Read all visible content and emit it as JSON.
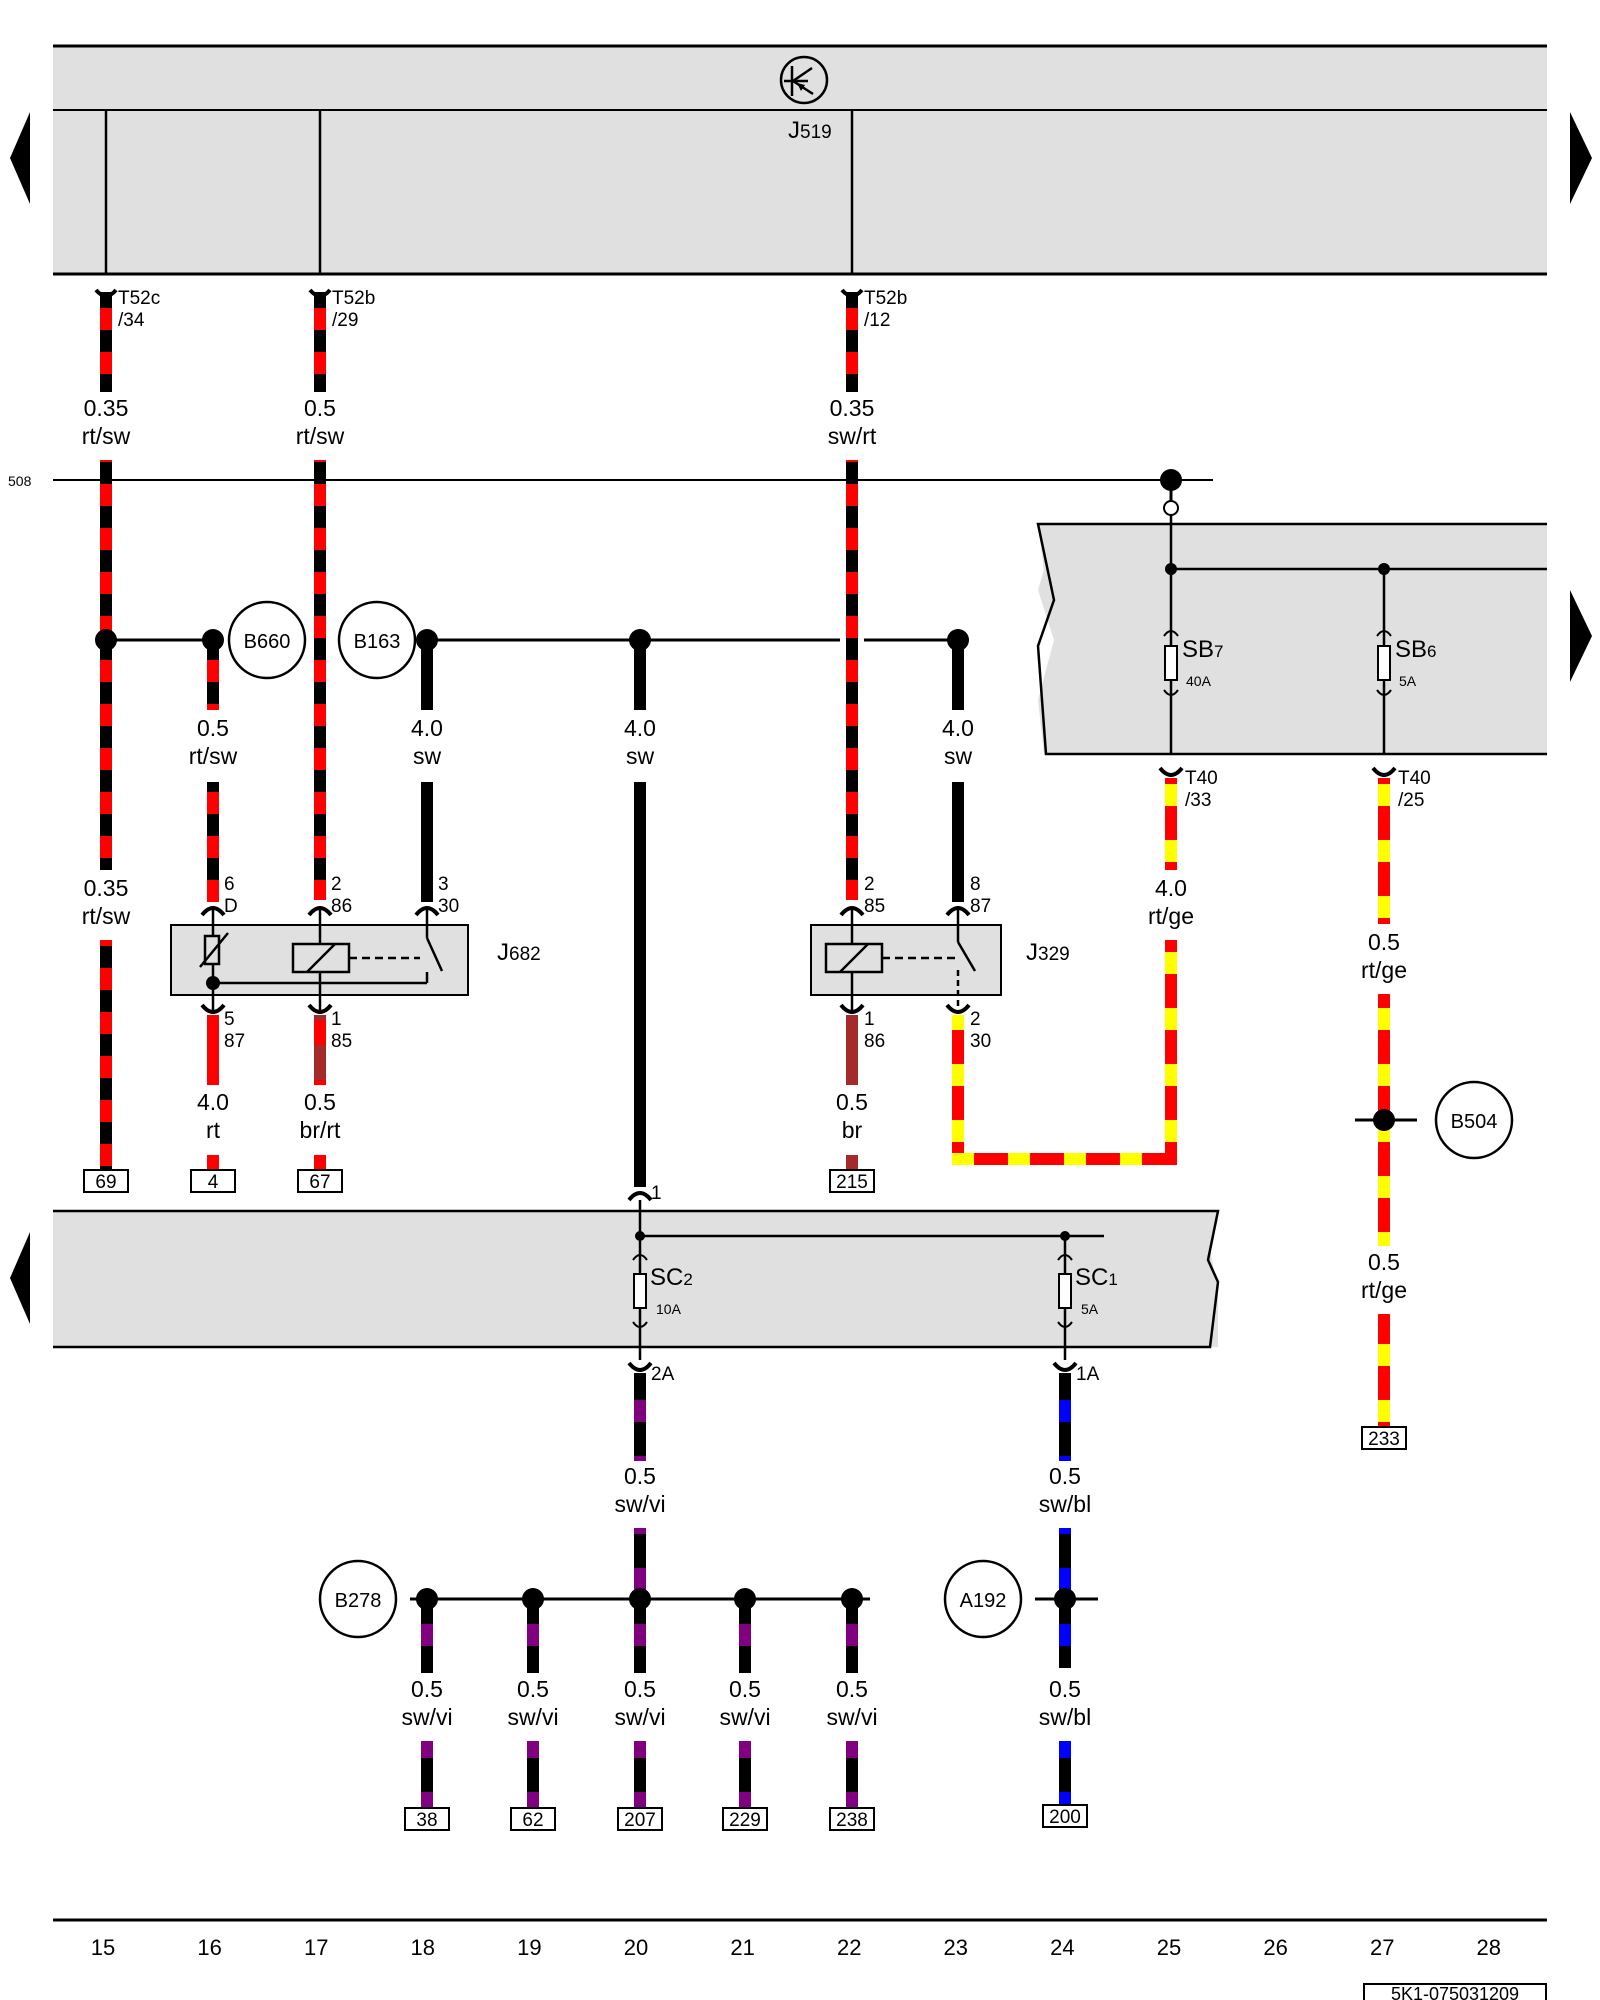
{
  "diagram": {
    "top_module": {
      "label": "J519",
      "label_main": "J",
      "label_sub": "519",
      "icon": "transistor-symbol-icon"
    },
    "crossref_line": {
      "label": "508"
    },
    "colors": {
      "rt": "#ff0000",
      "sw": "#000000",
      "ge": "#ffff00",
      "br": "#a52a2a",
      "vi": "#800080",
      "bl": "#0000ff",
      "module_fill": "#e0e0e0"
    },
    "top_connectors": [
      {
        "id": "T52c",
        "pin": "/34",
        "size": "0.35",
        "color": "rt/sw",
        "col": 15
      },
      {
        "id": "T52b",
        "pin": "/29",
        "size": "0.5",
        "color": "rt/sw",
        "col": 17
      },
      {
        "id": "T52b",
        "pin": "/12",
        "size": "0.35",
        "color": "sw/rt",
        "col": 22
      }
    ],
    "ground_points": [
      {
        "label": "B660"
      },
      {
        "label": "B163"
      },
      {
        "label": "B504"
      },
      {
        "label": "B278"
      },
      {
        "label": "A192"
      }
    ],
    "mid_wires": [
      {
        "size": "0.5",
        "color": "rt/sw",
        "col": 16
      },
      {
        "size": "4.0",
        "color": "sw",
        "col": 18
      },
      {
        "size": "4.0",
        "color": "sw",
        "col": 20
      },
      {
        "size": "4.0",
        "color": "sw",
        "col": 23
      },
      {
        "size": "0.35",
        "color": "rt/sw",
        "col": 15
      }
    ],
    "relays": [
      {
        "label": "J682",
        "label_main": "J",
        "label_sub": "682",
        "pins_top": [
          {
            "a": "6",
            "b": "D"
          },
          {
            "a": "2",
            "b": "86"
          },
          {
            "a": "3",
            "b": "30"
          }
        ],
        "pins_bottom": [
          {
            "a": "5",
            "b": "87"
          },
          {
            "a": "1",
            "b": "85"
          }
        ]
      },
      {
        "label": "J329",
        "label_main": "J",
        "label_sub": "329",
        "pins_top": [
          {
            "a": "2",
            "b": "85"
          },
          {
            "a": "8",
            "b": "87"
          }
        ],
        "pins_bottom": [
          {
            "a": "1",
            "b": "86"
          },
          {
            "a": "2",
            "b": "30"
          }
        ]
      }
    ],
    "lower_wires_left": [
      {
        "size": "0.35",
        "color": "rt/sw",
        "ref": "69"
      },
      {
        "size": "4.0",
        "color": "rt",
        "ref": "4"
      },
      {
        "size": "0.5",
        "color": "br/rt",
        "ref": "67"
      },
      {
        "size": "0.5",
        "color": "br",
        "ref": "215"
      }
    ],
    "fuse_box_right": {
      "fuses": [
        {
          "name": "SB",
          "num": "7",
          "rating": "40A",
          "conn": "T40",
          "pin": "/33",
          "size": "4.0",
          "color": "rt/ge"
        },
        {
          "name": "SB",
          "num": "6",
          "rating": "5A",
          "conn": "T40",
          "pin": "/25",
          "size": "0.5",
          "color": "rt/ge"
        }
      ],
      "after_b504": {
        "size": "0.5",
        "color": "rt/ge",
        "ref": "233"
      }
    },
    "fuse_box_lower": {
      "input_pin": "1",
      "fuses": [
        {
          "name": "SC",
          "num": "2",
          "rating": "10A",
          "pin": "2A",
          "size": "0.5",
          "color": "sw/vi"
        },
        {
          "name": "SC",
          "num": "1",
          "rating": "5A",
          "pin": "1A",
          "size": "0.5",
          "color": "sw/bl"
        }
      ]
    },
    "bottom_branches": [
      {
        "size": "0.5",
        "color": "sw/vi",
        "ref": "38"
      },
      {
        "size": "0.5",
        "color": "sw/vi",
        "ref": "62"
      },
      {
        "size": "0.5",
        "color": "sw/vi",
        "ref": "207"
      },
      {
        "size": "0.5",
        "color": "sw/vi",
        "ref": "229"
      },
      {
        "size": "0.5",
        "color": "sw/vi",
        "ref": "238"
      },
      {
        "size": "0.5",
        "color": "sw/bl",
        "ref": "200"
      }
    ],
    "columns": [
      "15",
      "16",
      "17",
      "18",
      "19",
      "20",
      "21",
      "22",
      "23",
      "24",
      "25",
      "26",
      "27",
      "28"
    ],
    "document_id": "5K1-075031209"
  }
}
